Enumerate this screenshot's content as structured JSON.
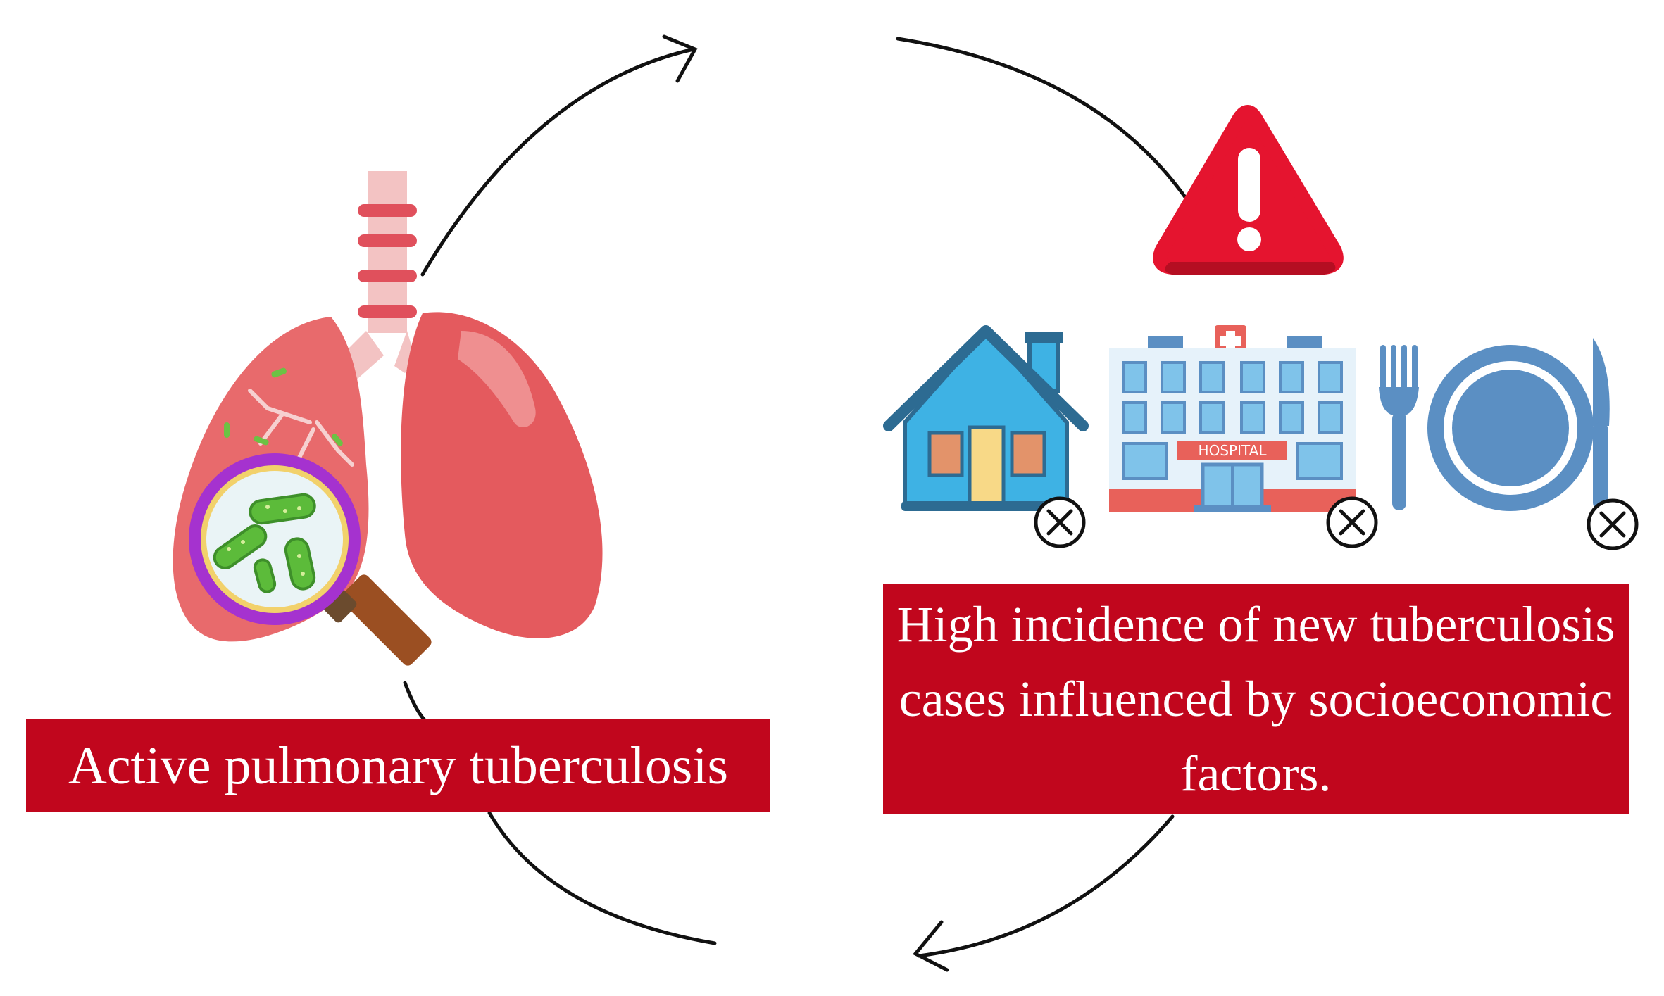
{
  "left_label": "Active pulmonary tuberculosis",
  "right_label": "High incidence of new tuberculosis cases influenced by socioeconomic factors.",
  "hospital_sign": "HOSPITAL",
  "colors": {
    "label_background": "#c1061d",
    "label_text": "#ffffff",
    "warning": "#e5142f",
    "lung_left": "#e86a6c",
    "lung_right": "#e45a5e",
    "trachea": "#f3c3c3",
    "bacteria": "#5cbb3a",
    "magnifier_ring": "#a532cf",
    "house": "#3eb2e4",
    "hospital_windows": "#7fc3ea",
    "plate": "#5b8fc3"
  },
  "icons": [
    "lungs-icon",
    "magnifier-icon",
    "bacteria-icon",
    "warning-icon",
    "house-icon",
    "hospital-icon",
    "plate-cutlery-icon",
    "cross-circle-icon"
  ]
}
